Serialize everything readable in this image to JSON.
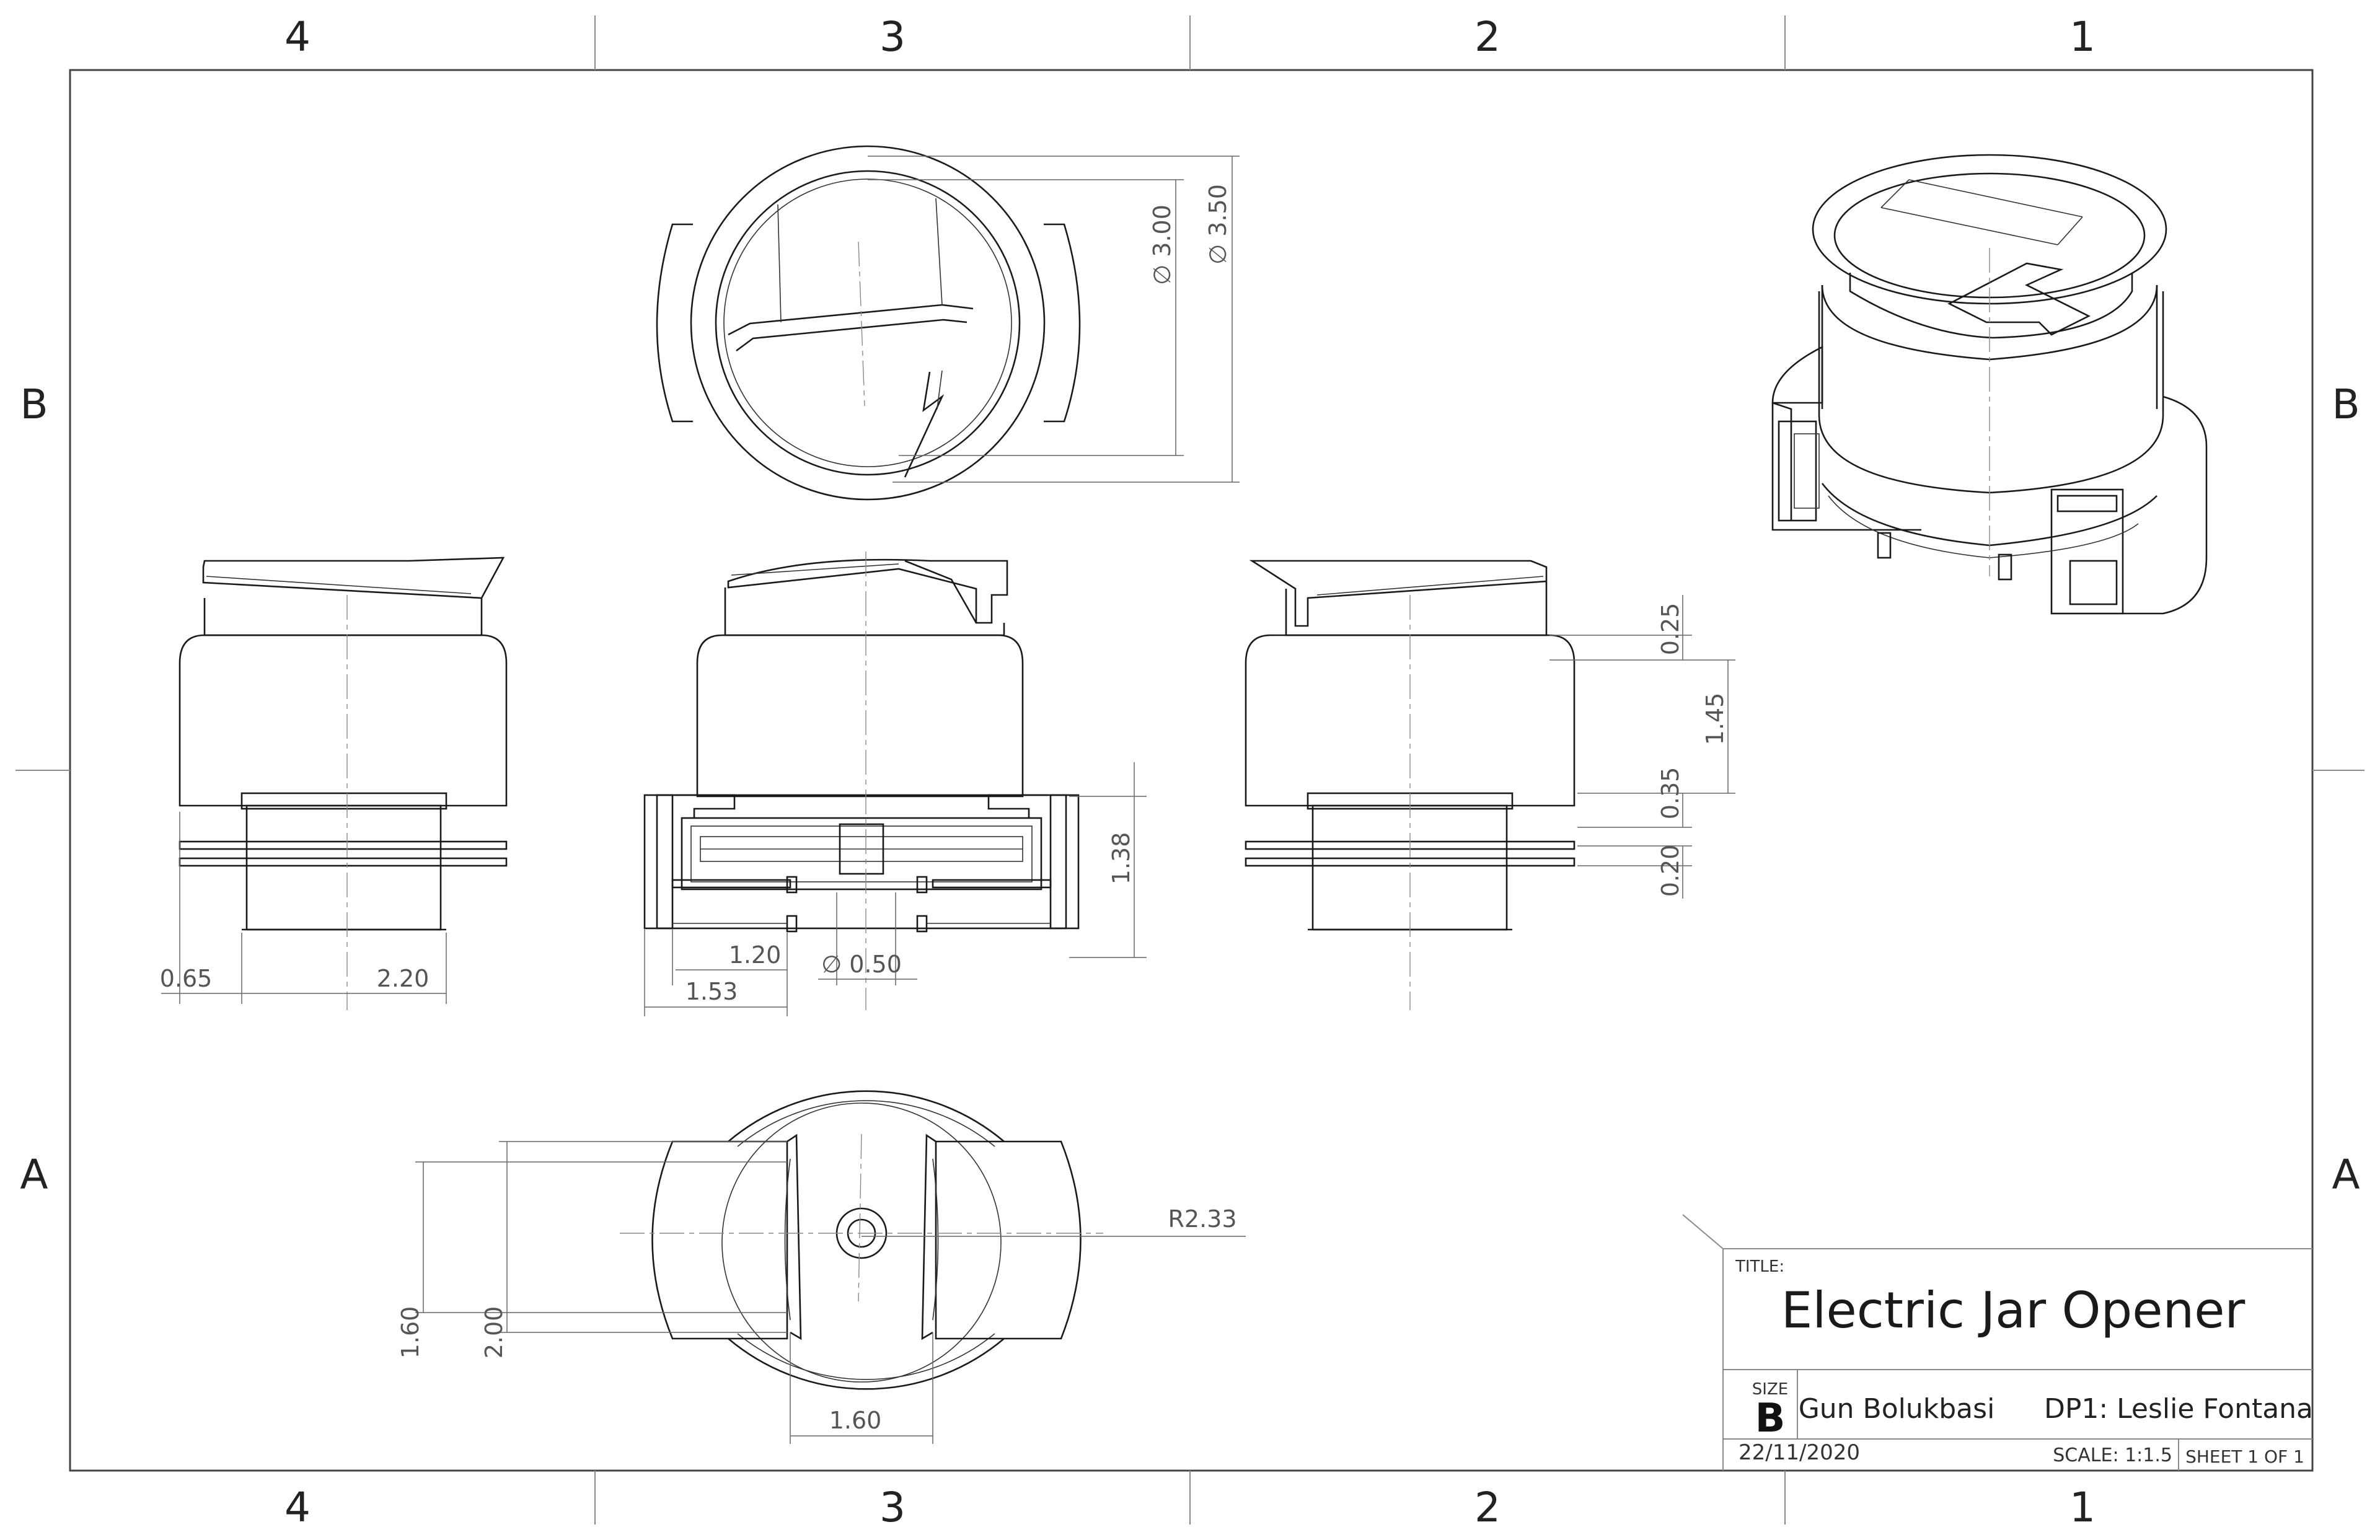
{
  "zones": {
    "columns": [
      "4",
      "3",
      "2",
      "1"
    ],
    "rows": [
      "B",
      "A"
    ]
  },
  "title_block": {
    "title_label": "TITLE:",
    "title": "Electric Jar Opener",
    "size_label": "SIZE",
    "size": "B",
    "author": "Gun Bolukbasi",
    "checker": "DP1: Leslie Fontana",
    "date": "22/11/2020",
    "scale": "SCALE: 1:1.5",
    "sheet": "SHEET 1 OF 1"
  },
  "dimensions": {
    "top_inner_diameter": "∅ 3.00",
    "top_outer_diameter": "∅ 3.50",
    "left_offset": "0.65",
    "left_width": "2.20",
    "front_slot": "1.20",
    "front_hole": "∅ 0.50",
    "front_width": "1.53",
    "front_height": "1.38",
    "right_top": "0.25",
    "right_body": "1.45",
    "right_gap": "0.35",
    "right_rail": "0.20",
    "bottom_radius": "R2.33",
    "bottom_inner_height": "1.60",
    "bottom_outer_height": "2.00",
    "bottom_width": "1.60"
  }
}
